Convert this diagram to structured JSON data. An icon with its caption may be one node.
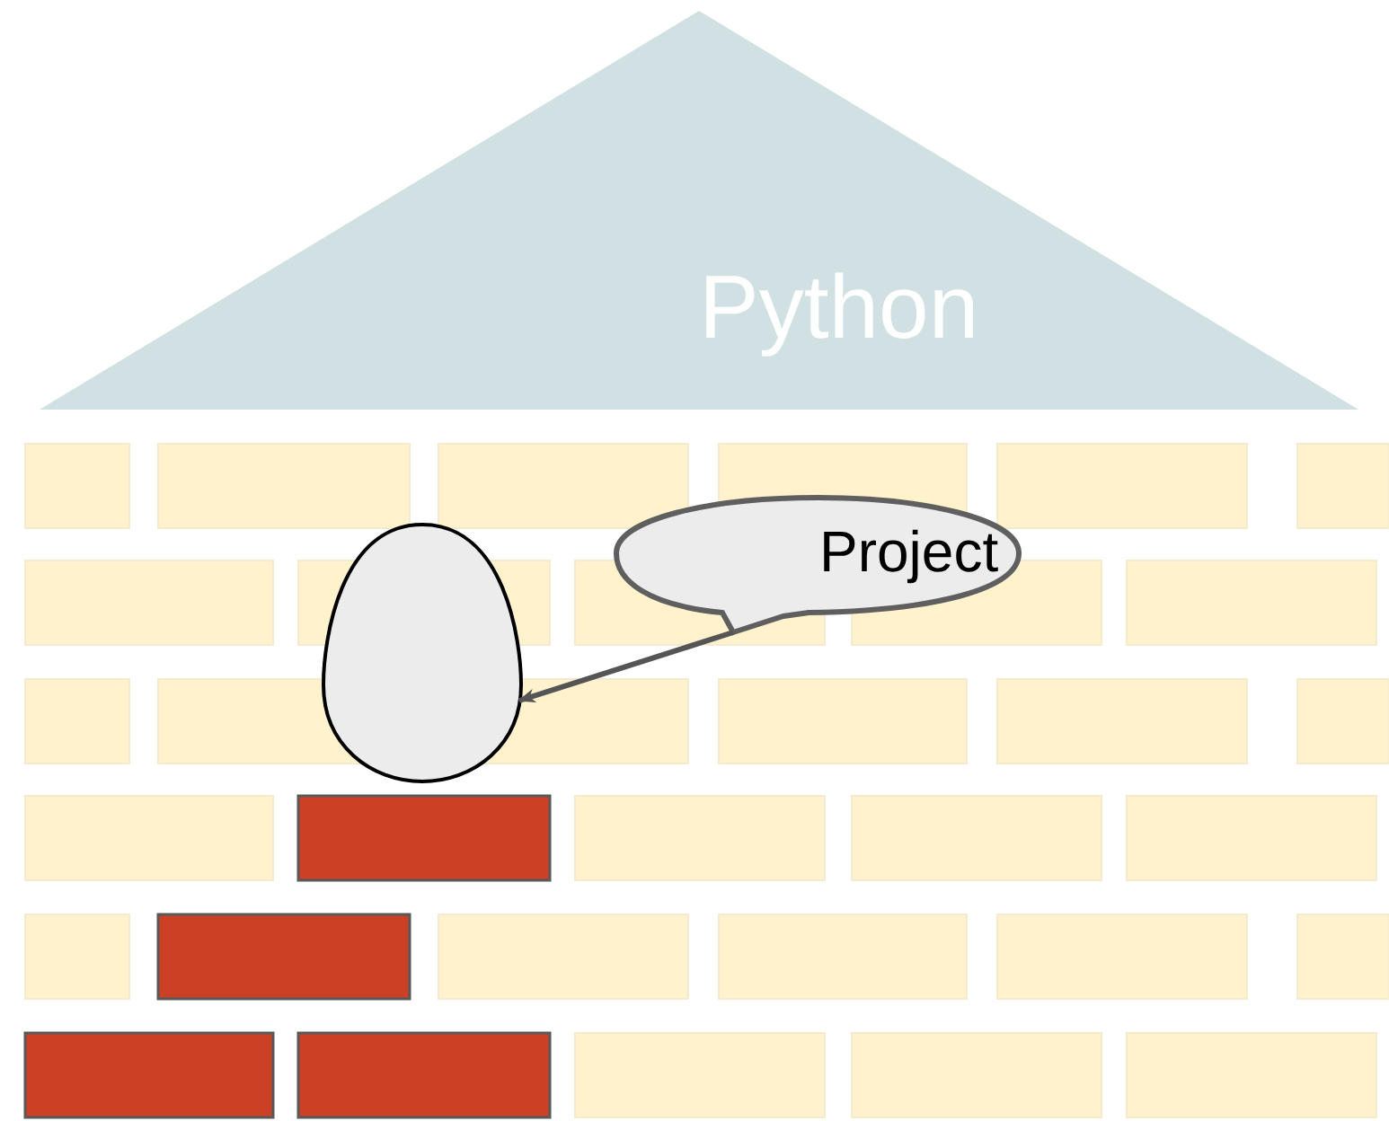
{
  "diagram": {
    "nodes": [
      {
        "text": [
          "Python"
        ]
      },
      {
        "text": [
          "Project"
        ]
      },
      {
        "text": [],
        "shape": "egg"
      }
    ],
    "edges": [
      {
        "from": 1,
        "to": 2,
        "arrow": "to"
      }
    ]
  }
}
